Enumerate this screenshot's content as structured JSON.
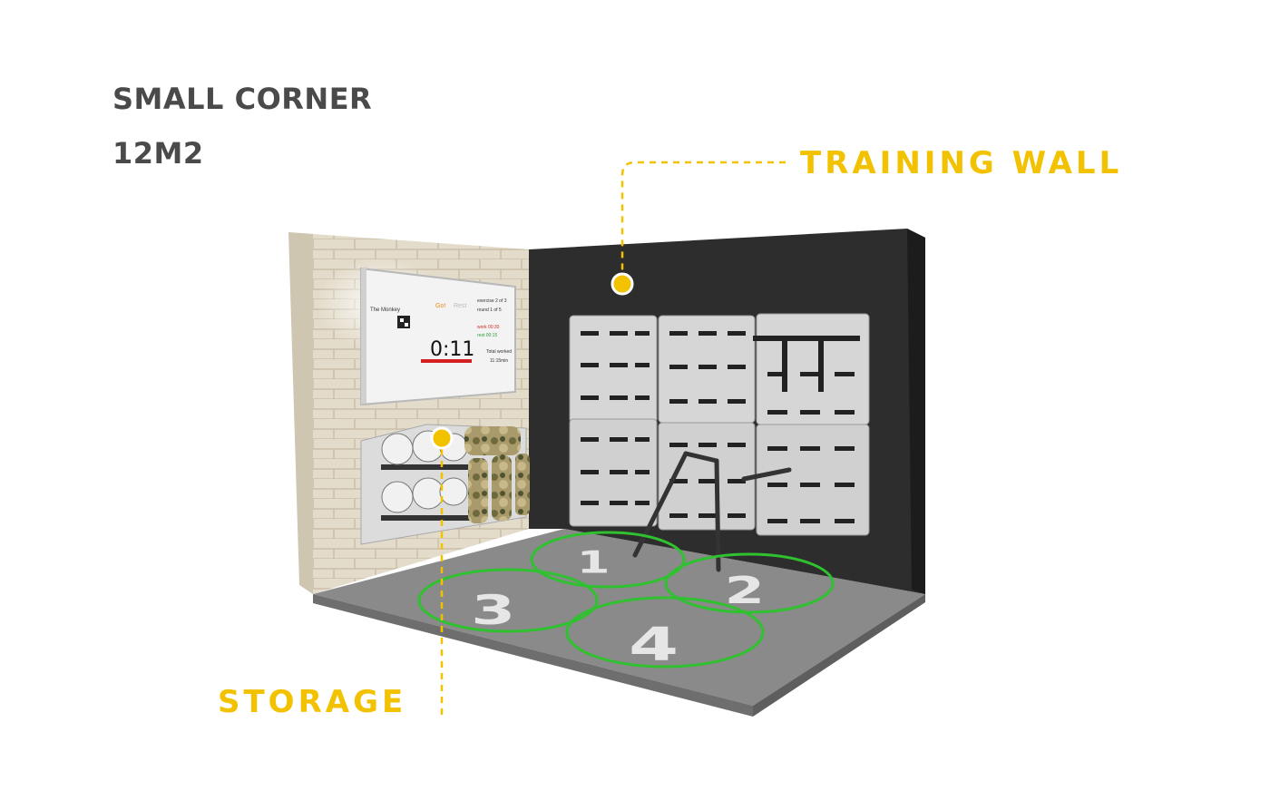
{
  "title": {
    "line1": "SMALL CORNER",
    "line2": "12M2"
  },
  "callouts": {
    "training_wall": "TRAINING WALL",
    "storage": "STORAGE"
  },
  "screen": {
    "name": "The Monkey",
    "go_label": "Go!",
    "rest_label": "Rest",
    "exercise_text": "exercise 2 of 3",
    "round_text": "round 1 of 5",
    "work_time": "work 00:30",
    "rest_time": "rest 00:15",
    "timer": "0:11",
    "total_label": "Total worked",
    "total_value": "11:15min"
  },
  "floor_numbers": [
    "1",
    "2",
    "3",
    "4"
  ],
  "colors": {
    "accent": "#f2c200",
    "heading": "#4a4a4a",
    "ring": "#2fc12f",
    "floor": "#8a8a8a",
    "dark_wall": "#2d2d2d"
  }
}
